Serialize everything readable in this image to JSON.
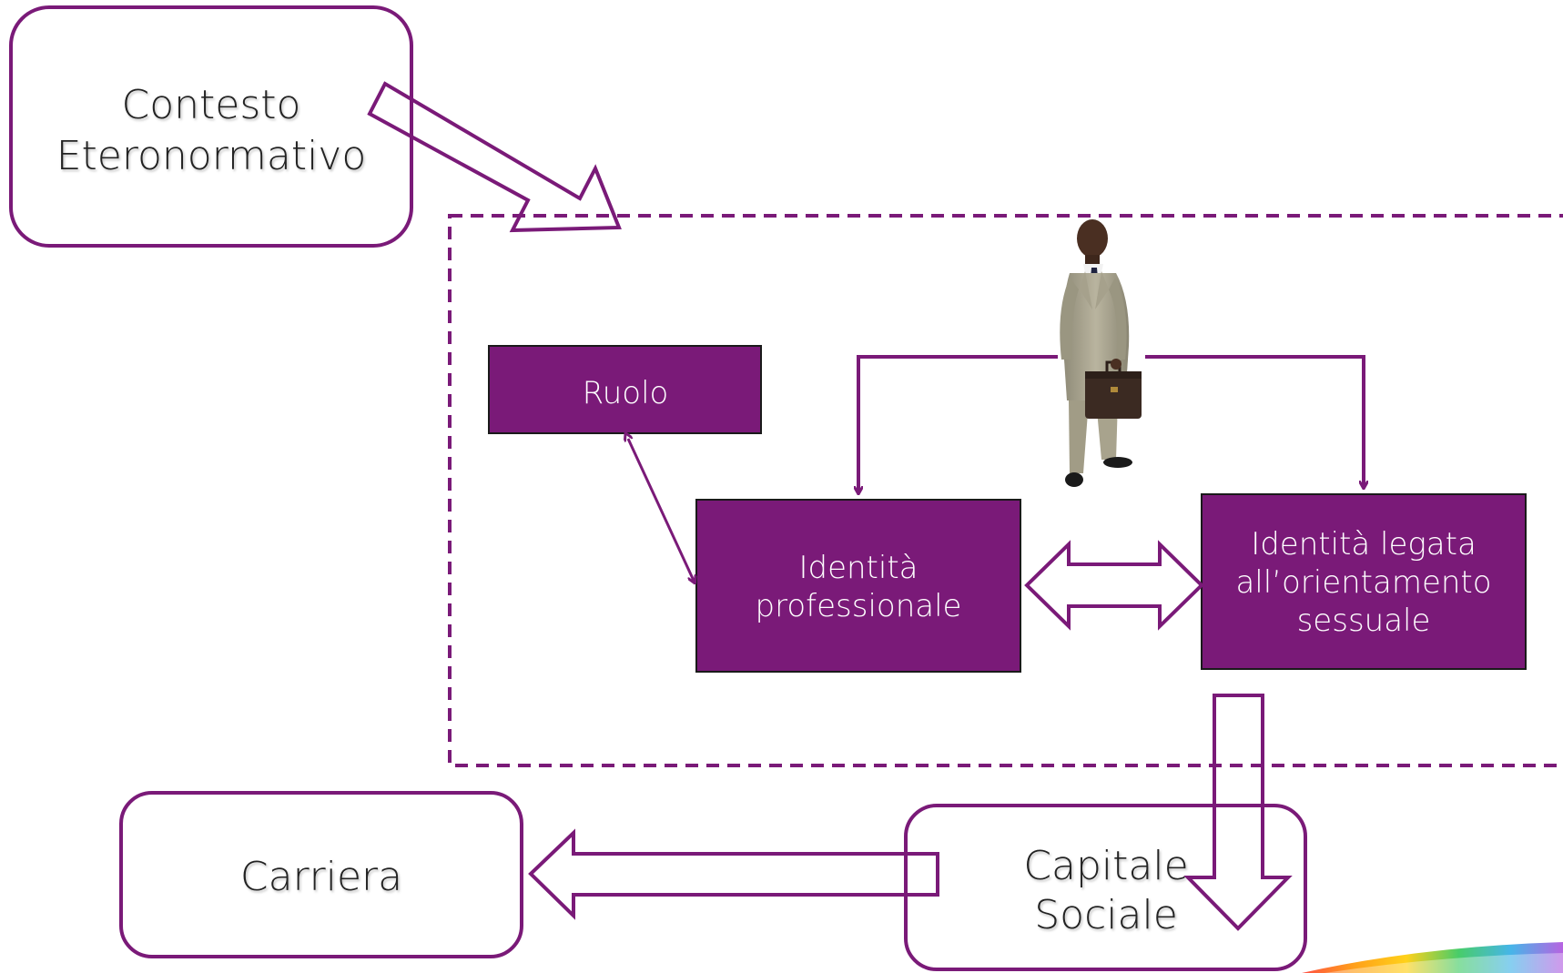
{
  "colors": {
    "accent": "#7A1A78",
    "box_fill": "#7A1A78",
    "box_border": "#1a1a1a",
    "outline_text": "#222222",
    "filled_text": "#ffffff"
  },
  "nodes": {
    "contesto": {
      "line1": "Contesto",
      "line2": "Eteronormativo"
    },
    "ruolo": {
      "label": "Ruolo"
    },
    "identita_professionale": {
      "line1": "Identità",
      "line2": "professionale"
    },
    "identita_orientamento": {
      "line1": "Identità legata",
      "line2": "all’orientamento",
      "line3": "sessuale"
    },
    "carriera": {
      "label": "Carriera"
    },
    "capitale_sociale": {
      "line1": "Capitale",
      "line2": "Sociale"
    }
  },
  "images": {
    "person": "businessman-with-briefcase"
  }
}
